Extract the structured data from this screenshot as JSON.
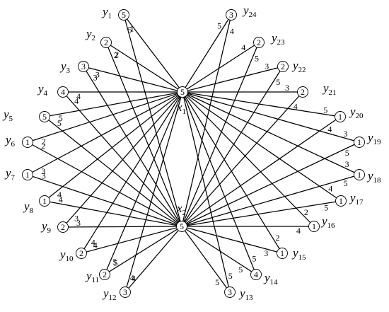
{
  "graph": {
    "hubs": [
      {
        "id": "x1",
        "label": "x",
        "sub": "1",
        "weight": "5"
      },
      {
        "id": "x2",
        "label": "x",
        "sub": "2",
        "weight": "5"
      }
    ],
    "nodes": [
      {
        "id": "y1",
        "label": "y",
        "sub": "1",
        "weight": "5",
        "edge_x1": "5",
        "edge_x2": "1"
      },
      {
        "id": "y2",
        "label": "y",
        "sub": "2",
        "weight": "2",
        "edge_x1": "2",
        "edge_x2": "2"
      },
      {
        "id": "y3",
        "label": "y",
        "sub": "3",
        "weight": "3",
        "edge_x1": "3",
        "edge_x2": "3"
      },
      {
        "id": "y4",
        "label": "y",
        "sub": "4",
        "weight": "4",
        "edge_x1": "4",
        "edge_x2": "4"
      },
      {
        "id": "y5",
        "label": "y",
        "sub": "5",
        "weight": "5",
        "edge_x1": "5",
        "edge_x2": "5"
      },
      {
        "id": "y6",
        "label": "y",
        "sub": "6",
        "weight": "1",
        "edge_x1": "2",
        "edge_x2": "2"
      },
      {
        "id": "y7",
        "label": "y",
        "sub": "7",
        "weight": "1",
        "edge_x1": "3",
        "edge_x2": "3"
      },
      {
        "id": "y8",
        "label": "y",
        "sub": "8",
        "weight": "1",
        "edge_x1": "4",
        "edge_x2": "4"
      },
      {
        "id": "y9",
        "label": "y",
        "sub": "9",
        "weight": "2",
        "edge_x1": "3",
        "edge_x2": "3"
      },
      {
        "id": "y10",
        "label": "y",
        "sub": "10",
        "weight": "2",
        "edge_x1": "4",
        "edge_x2": "4"
      },
      {
        "id": "y11",
        "label": "y",
        "sub": "11",
        "weight": "2",
        "edge_x1": "5",
        "edge_x2": "5"
      },
      {
        "id": "y12",
        "label": "y",
        "sub": "12",
        "weight": "3",
        "edge_x1": "4",
        "edge_x2": "4"
      },
      {
        "id": "y13",
        "label": "y",
        "sub": "13",
        "weight": "3",
        "edge_x1": "5",
        "edge_x2": "5"
      },
      {
        "id": "y14",
        "label": "y",
        "sub": "14",
        "weight": "4",
        "edge_x1": "5",
        "edge_x2": "5"
      },
      {
        "id": "y15",
        "label": "y",
        "sub": "15",
        "weight": "1",
        "edge_x1": "2",
        "edge_x2": "3"
      },
      {
        "id": "y16",
        "label": "y",
        "sub": "16",
        "weight": "1",
        "edge_x1": "2",
        "edge_x2": "4"
      },
      {
        "id": "y17",
        "label": "y",
        "sub": "17",
        "weight": "1",
        "edge_x1": "4",
        "edge_x2": "5"
      },
      {
        "id": "y18",
        "label": "y",
        "sub": "18",
        "weight": "1",
        "edge_x1": "3",
        "edge_x2": "5"
      },
      {
        "id": "y19",
        "label": "y",
        "sub": "19",
        "weight": "1",
        "edge_x1": "3",
        "edge_x2": "5"
      },
      {
        "id": "y20",
        "label": "y",
        "sub": "20",
        "weight": "1",
        "edge_x1": "5",
        "edge_x2": "4"
      },
      {
        "id": "y21",
        "label": "y",
        "sub": "21",
        "weight": "2",
        "edge_x1": "3",
        "edge_x2": "4"
      },
      {
        "id": "y22",
        "label": "y",
        "sub": "22",
        "weight": "2",
        "edge_x1": "3",
        "edge_x2": "5"
      },
      {
        "id": "y23",
        "label": "y",
        "sub": "23",
        "weight": "2",
        "edge_x1": "4",
        "edge_x2": "5"
      },
      {
        "id": "y24",
        "label": "y",
        "sub": "24",
        "weight": "3",
        "edge_x1": "5",
        "edge_x2": "4"
      }
    ]
  }
}
